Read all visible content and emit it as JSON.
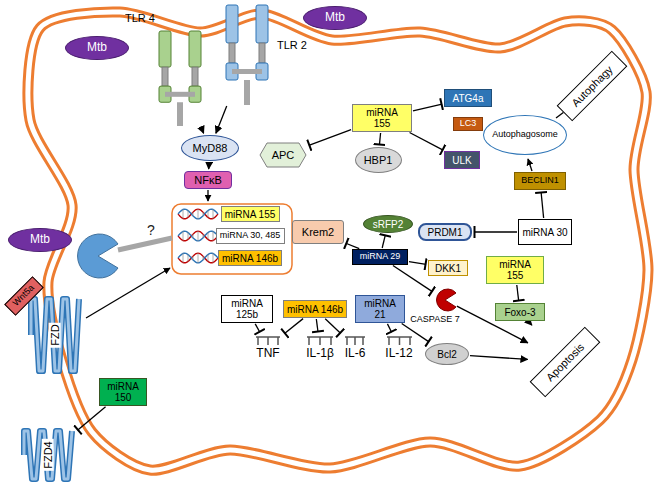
{
  "diagram": {
    "nodes": [
      {
        "text": [
          "Mtb"
        ]
      },
      {
        "text": [
          "TLR 4"
        ]
      },
      {
        "text": [
          "TLR 2"
        ]
      },
      {
        "text": [
          "Mtb"
        ]
      },
      {
        "text": [
          "Autophagy"
        ]
      },
      {
        "text": [
          "ATG4a"
        ]
      },
      {
        "text": [
          "miRNA 155"
        ]
      },
      {
        "text": [
          "LC3"
        ]
      },
      {
        "text": [
          "Autophagosome"
        ]
      },
      {
        "text": [
          "MyD88"
        ]
      },
      {
        "text": [
          "APC"
        ]
      },
      {
        "text": [
          "HBP1"
        ]
      },
      {
        "text": [
          "ULK"
        ]
      },
      {
        "text": [
          "BECLIN1"
        ]
      },
      {
        "text": [
          "NFκB"
        ]
      },
      {
        "text": [
          "miRNA 155"
        ]
      },
      {
        "text": [
          "Krem2"
        ]
      },
      {
        "text": [
          "sRFP2"
        ]
      },
      {
        "text": [
          "PRDM1"
        ]
      },
      {
        "text": [
          "miRNA 30"
        ]
      },
      {
        "text": [
          "miRNA 30, 485"
        ]
      },
      {
        "text": [
          "Mtb"
        ]
      },
      {
        "text": [
          "miRNA 29"
        ]
      },
      {
        "text": [
          "miRNA 146b"
        ]
      },
      {
        "text": [
          "miRNA 155"
        ]
      },
      {
        "text": [
          "DKK1"
        ]
      },
      {
        "text": [
          "miRNA 125b"
        ]
      },
      {
        "text": [
          "miRNA 146b"
        ]
      },
      {
        "text": [
          "miRNA 21"
        ]
      },
      {
        "text": [
          "CASPASE 7"
        ]
      },
      {
        "text": [
          "Foxo-3"
        ]
      },
      {
        "text": [
          "Wnt5a"
        ]
      },
      {
        "text": [
          "FZD"
        ]
      },
      {
        "text": [
          "TNF"
        ]
      },
      {
        "text": [
          "IL-1β"
        ]
      },
      {
        "text": [
          "IL-6"
        ]
      },
      {
        "text": [
          "IL-12"
        ]
      },
      {
        "text": [
          "Bcl2"
        ]
      },
      {
        "text": [
          "Apoptosis"
        ]
      },
      {
        "text": [
          "miRNA 150"
        ]
      },
      {
        "text": [
          "FZD4"
        ]
      }
    ],
    "edges": [
      {
        "from": 1,
        "to": 9,
        "arrow": "to"
      },
      {
        "from": 2,
        "to": 9,
        "arrow": "to"
      },
      {
        "from": 9,
        "to": 14,
        "arrow": "to"
      },
      {
        "from": 6,
        "to": 10,
        "arrow": "to"
      },
      {
        "from": 6,
        "to": 11,
        "arrow": "to"
      },
      {
        "from": 6,
        "to": 5,
        "arrow": "to"
      },
      {
        "from": 6,
        "to": 12,
        "arrow": "to"
      },
      {
        "from": 19,
        "to": 18,
        "arrow": "to"
      },
      {
        "from": 19,
        "to": 13,
        "arrow": "to"
      },
      {
        "from": 22,
        "to": 16,
        "arrow": "to"
      },
      {
        "from": 22,
        "to": 17,
        "arrow": "to"
      },
      {
        "from": 22,
        "to": 25,
        "arrow": "to"
      },
      {
        "from": 22,
        "to": 29,
        "arrow": "to"
      },
      {
        "from": 24,
        "to": 30,
        "arrow": "to"
      },
      {
        "from": 30,
        "to": 38,
        "arrow": "to"
      },
      {
        "from": 29,
        "to": 38,
        "arrow": "to"
      },
      {
        "from": 37,
        "to": 38,
        "arrow": "to"
      },
      {
        "from": 26,
        "to": 33,
        "arrow": "to"
      },
      {
        "from": 27,
        "to": 33,
        "arrow": "to"
      },
      {
        "from": 27,
        "to": 34,
        "arrow": "to"
      },
      {
        "from": 27,
        "to": 35,
        "arrow": "to"
      },
      {
        "from": 28,
        "to": 36,
        "arrow": "to"
      },
      {
        "from": 28,
        "to": 37,
        "arrow": "to"
      },
      {
        "from": 39,
        "to": 40,
        "arrow": "to"
      }
    ],
    "labels": [
      "?"
    ]
  }
}
